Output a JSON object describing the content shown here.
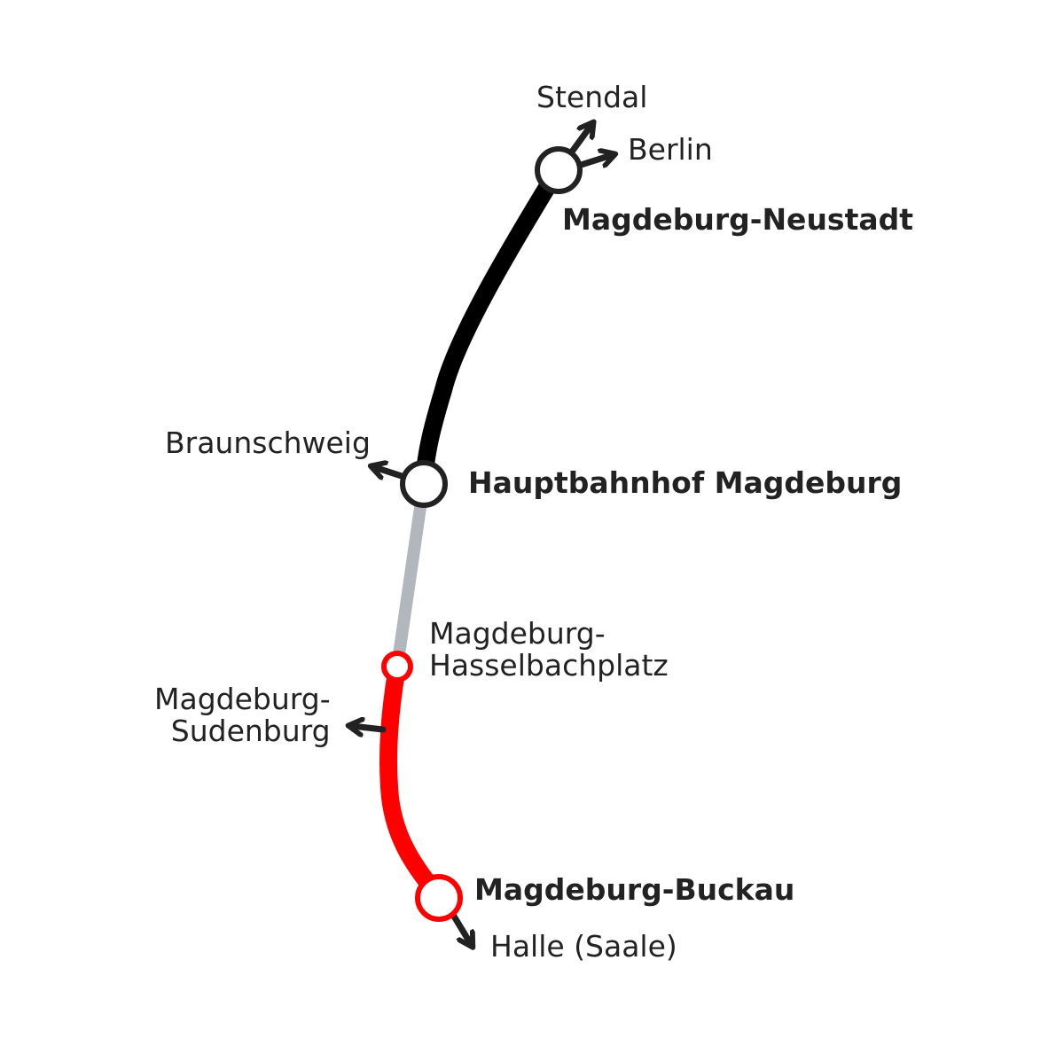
{
  "colors": {
    "line_north": "#000000",
    "line_middle": "#b2b6bd",
    "line_south": "#ff0000",
    "station_stroke_dark": "#222222",
    "station_stroke_red": "#ff0000",
    "arrow": "#222222",
    "text": "#222222"
  },
  "stations": {
    "neustadt": {
      "name": "Magdeburg-Neustadt"
    },
    "hauptbahnhof": {
      "name": "Hauptbahnhof Magdeburg"
    },
    "hasselbachplatz": {
      "name_line1": "Magdeburg-",
      "name_line2": "Hasselbachplatz"
    },
    "buckau": {
      "name": "Magdeburg-Buckau"
    }
  },
  "destinations": {
    "stendal": "Stendal",
    "berlin": "Berlin",
    "braunschweig": "Braunschweig",
    "sudenburg_line1": "Magdeburg-",
    "sudenburg_line2": "Sudenburg",
    "halle": "Halle (Saale)"
  }
}
